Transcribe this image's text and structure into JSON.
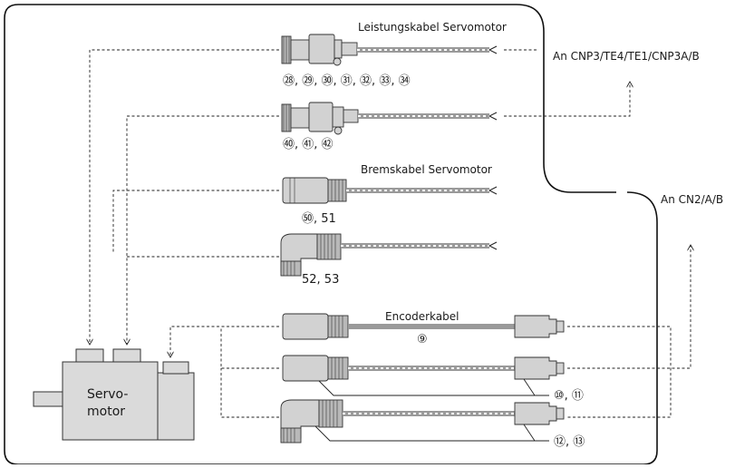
{
  "labels": {
    "power_cable": "Leistungskabel Servomotor",
    "brake_cable": "Bremskabel Servomotor",
    "encoder_cable": "Encoderkabel",
    "to_cnp3": "An CNP3/TE4/TE1/CNP3A/B",
    "to_cn2": "An CN2/A/B",
    "servo_line1": "Servo-",
    "servo_line2": "motor"
  },
  "part_numbers": {
    "power_group_1": "㉘, ㉙, ㉚, ㉛, ㉜, ㉝, ㉞",
    "power_group_2": "㊵, ㊶, ㊷",
    "brake_group_1": "㊿, 51",
    "brake_group_2": "52, 53",
    "encoder_cable": "⑨",
    "encoder_group_1": "⑩, ⑪",
    "encoder_group_2": "⑫, ⑬"
  }
}
